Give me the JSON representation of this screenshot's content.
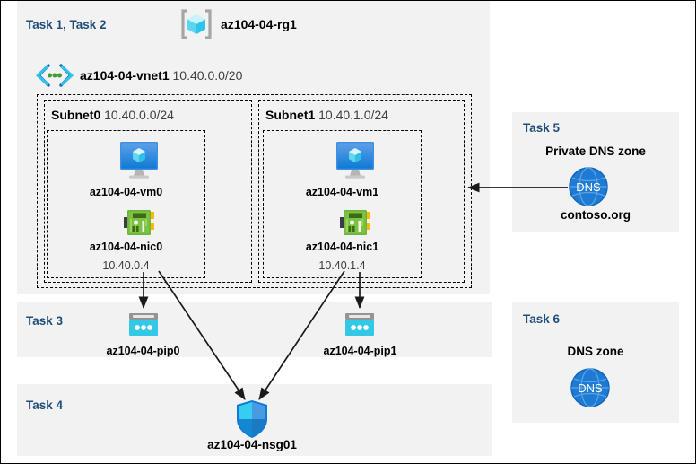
{
  "diagram": {
    "resource_group": {
      "task_label": "Task 1, Task 2",
      "name": "az104-04-rg1",
      "icon": "resource-group-icon"
    },
    "vnet": {
      "name": "az104-04-vnet1",
      "cidr": "10.40.0.0/20",
      "icon": "virtual-network-icon"
    },
    "subnets": [
      {
        "name": "Subnet0",
        "cidr": "10.40.0.0/24",
        "vm": {
          "name": "az104-04-vm0",
          "icon": "virtual-machine-icon"
        },
        "nic": {
          "name": "az104-04-nic0",
          "ip": "10.40.0.4",
          "icon": "network-interface-icon"
        }
      },
      {
        "name": "Subnet1",
        "cidr": "10.40.1.0/24",
        "vm": {
          "name": "az104-04-vm1",
          "icon": "virtual-machine-icon"
        },
        "nic": {
          "name": "az104-04-nic1",
          "ip": "10.40.1.4",
          "icon": "network-interface-icon"
        }
      }
    ],
    "task3": {
      "task_label": "Task 3",
      "public_ips": [
        {
          "name": "az104-04-pip0",
          "icon": "public-ip-address-icon"
        },
        {
          "name": "az104-04-pip1",
          "icon": "public-ip-address-icon"
        }
      ]
    },
    "task4": {
      "task_label": "Task 4",
      "nsg": {
        "name": "az104-04-nsg01",
        "icon": "network-security-group-icon"
      }
    },
    "task5": {
      "task_label": "Task 5",
      "title": "Private DNS zone",
      "zone_name": "contoso.org",
      "icon": "dns-zone-icon",
      "icon_text": "DNS"
    },
    "task6": {
      "task_label": "Task 6",
      "title": "DNS zone",
      "icon": "dns-zone-icon",
      "icon_text": "DNS"
    },
    "colors": {
      "task_label": "#1f4e79",
      "panel_background": "#f2f2f2",
      "page_background": "#ffffff",
      "azure_cyan": "#32c8e6",
      "azure_blue": "#0078d4",
      "nic_green": "#6cb33f",
      "dns_blue": "#1f7ad4",
      "arrow": "#1a1a1a"
    }
  }
}
